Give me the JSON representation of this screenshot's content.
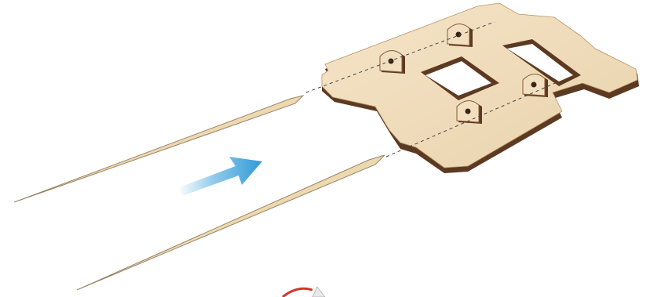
{
  "illustration": {
    "subject": "assembly-step",
    "parts": [
      "wooden-chassis-plate",
      "toothpick-axle-left",
      "toothpick-axle-right",
      "axle-bracket"
    ],
    "direction": "insert-toward-brackets"
  },
  "colors": {
    "background": "#ffffff",
    "wood_face": "#f1dfc0",
    "wood_edge": "#5c3a22",
    "wood_edge_light": "#8a5a36",
    "toothpick": "#ecd9b0",
    "toothpick_outline": "#9a8468",
    "arrow": "#2f9bd8",
    "guide_line": "#444444",
    "partial_icon_red": "#d9332b"
  }
}
